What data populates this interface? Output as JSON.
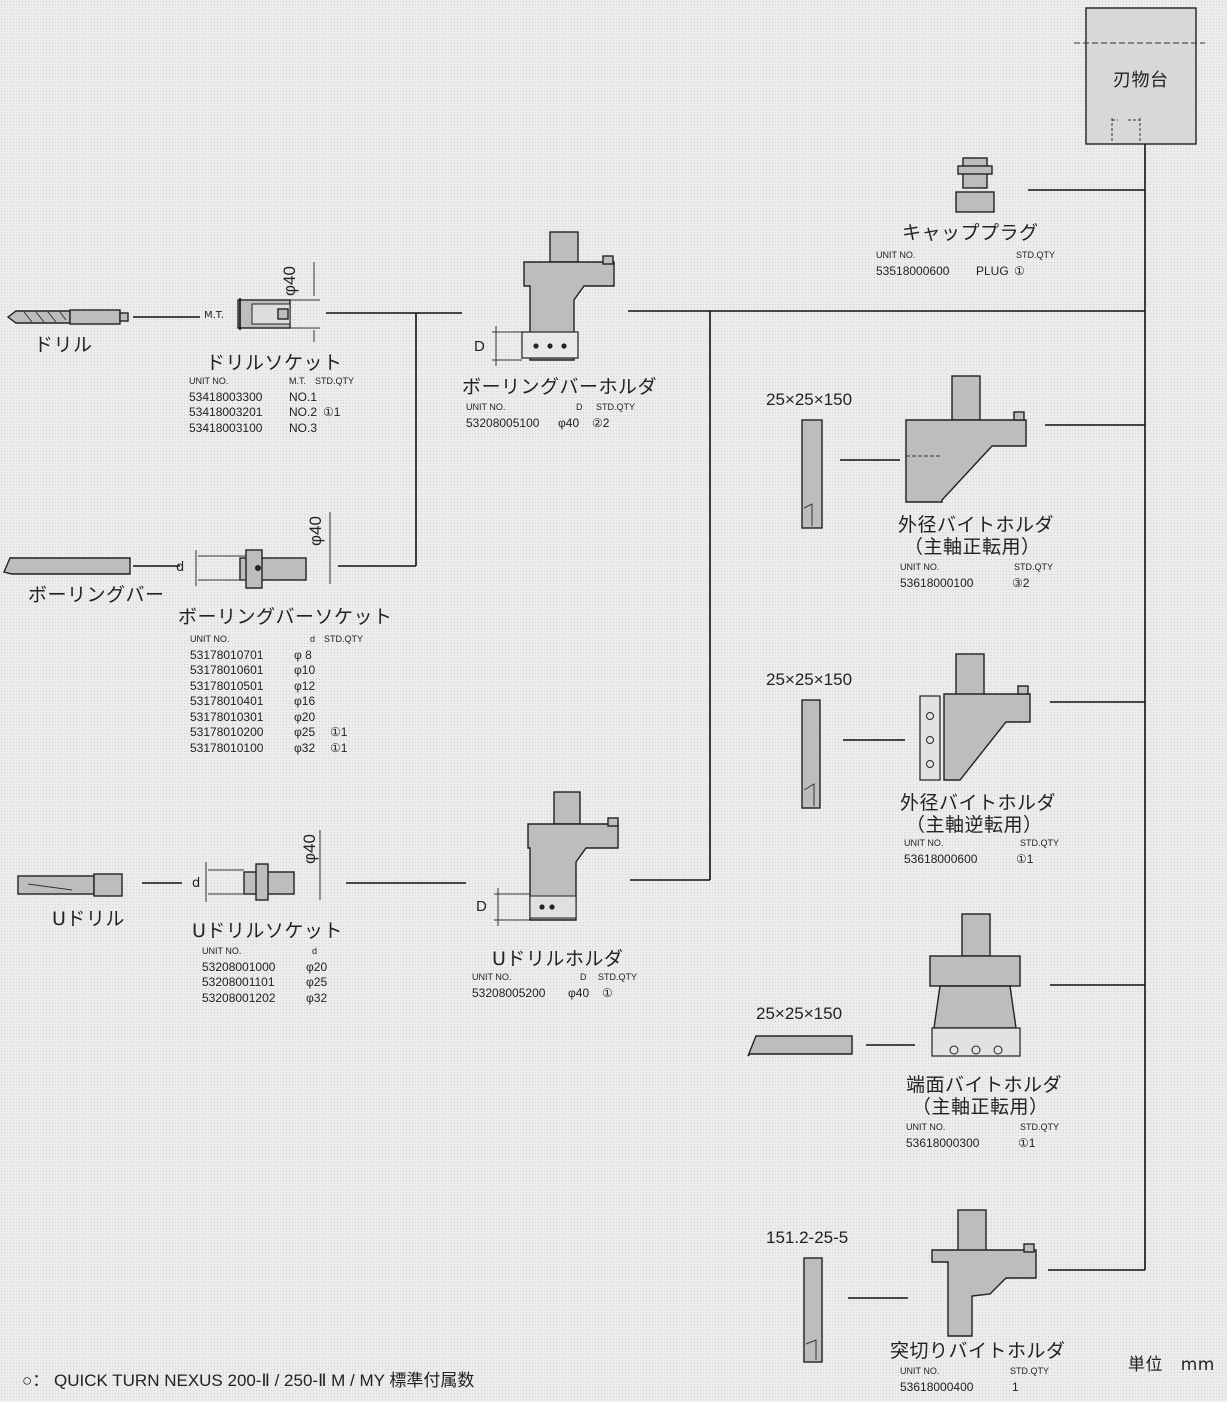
{
  "tool_post": {
    "label": "刃物台"
  },
  "cap_plug": {
    "name": "キャッププラグ",
    "header": [
      "UNIT NO.",
      "STD.QTY"
    ],
    "rows": [
      [
        "53518000600",
        "PLUG",
        "①"
      ]
    ]
  },
  "drill": {
    "label": "ドリル"
  },
  "drill_socket": {
    "name": "ドリルソケット",
    "dim": "φ40",
    "mt": "M.T.",
    "header": [
      "UNIT NO.",
      "M.T.",
      "STD.QTY"
    ],
    "rows": [
      [
        "53418003300",
        "NO.1",
        ""
      ],
      [
        "53418003201",
        "NO.2",
        "①1"
      ],
      [
        "53418003100",
        "NO.3",
        ""
      ]
    ]
  },
  "boring_bar_holder": {
    "name": "ボーリングバーホルダ",
    "dim": "D",
    "header": [
      "UNIT NO.",
      "D",
      "STD.QTY"
    ],
    "rows": [
      [
        "53208005100",
        "φ40",
        "②2"
      ]
    ]
  },
  "boring_bar": {
    "label": "ボーリングバー"
  },
  "boring_socket": {
    "name": "ボーリングバーソケット",
    "dim": "φ40",
    "d": "d",
    "header": [
      "UNIT NO.",
      "d",
      "STD.QTY"
    ],
    "rows": [
      [
        "53178010701",
        "φ 8",
        ""
      ],
      [
        "53178010601",
        "φ10",
        ""
      ],
      [
        "53178010501",
        "φ12",
        ""
      ],
      [
        "53178010401",
        "φ16",
        ""
      ],
      [
        "53178010301",
        "φ20",
        ""
      ],
      [
        "53178010200",
        "φ25",
        "①1"
      ],
      [
        "53178010100",
        "φ32",
        "①1"
      ]
    ]
  },
  "u_drill": {
    "label": "Uドリル"
  },
  "u_drill_socket": {
    "name": "Uドリルソケット",
    "dim": "φ40",
    "d": "d",
    "header": [
      "UNIT NO.",
      "d"
    ],
    "rows": [
      [
        "53208001000",
        "φ20"
      ],
      [
        "53208001101",
        "φ25"
      ],
      [
        "53208001202",
        "φ32"
      ]
    ]
  },
  "u_drill_holder": {
    "name": "Uドリルホルダ",
    "dim": "D",
    "header": [
      "UNIT NO.",
      "D",
      "STD.QTY"
    ],
    "rows": [
      [
        "53208005200",
        "φ40",
        "①"
      ]
    ]
  },
  "od_holder_fwd": {
    "size": "25×25×150",
    "name1": "外径バイトホルダ",
    "name2": "（主軸正転用）",
    "header": [
      "UNIT NO.",
      "STD.QTY"
    ],
    "rows": [
      [
        "53618000100",
        "③2"
      ]
    ]
  },
  "od_holder_rev": {
    "size": "25×25×150",
    "name1": "外径バイトホルダ",
    "name2": "（主軸逆転用）",
    "header": [
      "UNIT NO.",
      "STD.QTY"
    ],
    "rows": [
      [
        "53618000600",
        "①1"
      ]
    ]
  },
  "face_holder": {
    "size": "25×25×150",
    "name1": "端面バイトホルダ",
    "name2": "（主軸正転用）",
    "header": [
      "UNIT NO.",
      "STD.QTY"
    ],
    "rows": [
      [
        "53618000300",
        "①1"
      ]
    ]
  },
  "cutoff_holder": {
    "size": "151.2-25-5",
    "name1": "突切りバイトホルダ",
    "header": [
      "UNIT NO.",
      "STD.QTY"
    ],
    "rows": [
      [
        "53618000400",
        "1"
      ]
    ]
  },
  "unit": {
    "label": "単位",
    "value": "mm"
  },
  "footnote": {
    "symbol": "○",
    "text": "： QUICK TURN NEXUS 200-Ⅱ / 250-Ⅱ M / MY 標準付属数"
  },
  "colors": {
    "part_fill": "#bdbdbd",
    "line": "#111111",
    "background": "#ececec"
  }
}
